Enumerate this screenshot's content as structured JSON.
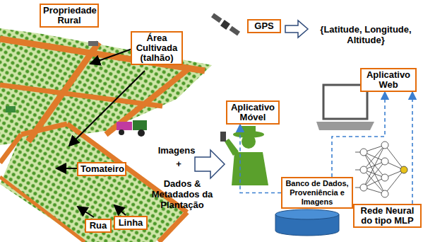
{
  "diagram": {
    "nodes": [
      {
        "text": [
          "Propriedade Rural"
        ]
      },
      {
        "text": [
          "Área Cultivada (talhão)"
        ]
      },
      {
        "text": [
          "GPS"
        ]
      },
      {
        "text": [
          "Tomateiro"
        ]
      },
      {
        "text": [
          "Rua"
        ]
      },
      {
        "text": [
          "Linha"
        ]
      },
      {
        "text": [
          "Aplicativo Móvel"
        ]
      },
      {
        "text": [
          "Aplicativo Web"
        ]
      },
      {
        "text": [
          "Banco de Dados, Proveniência e Imagens"
        ]
      },
      {
        "text": [
          "Rede Neural do tipo MLP"
        ]
      }
    ],
    "edges": [
      {
        "from": 8,
        "to": 6,
        "arrow": "to"
      },
      {
        "from": 8,
        "to": 7,
        "arrow": "to"
      },
      {
        "from": 9,
        "to": 7,
        "arrow": "to"
      }
    ],
    "labels": [
      "{Latitude, Longitude, Altitude}",
      "Imagens",
      "+",
      "Dados & Metadados da Plantação"
    ]
  }
}
